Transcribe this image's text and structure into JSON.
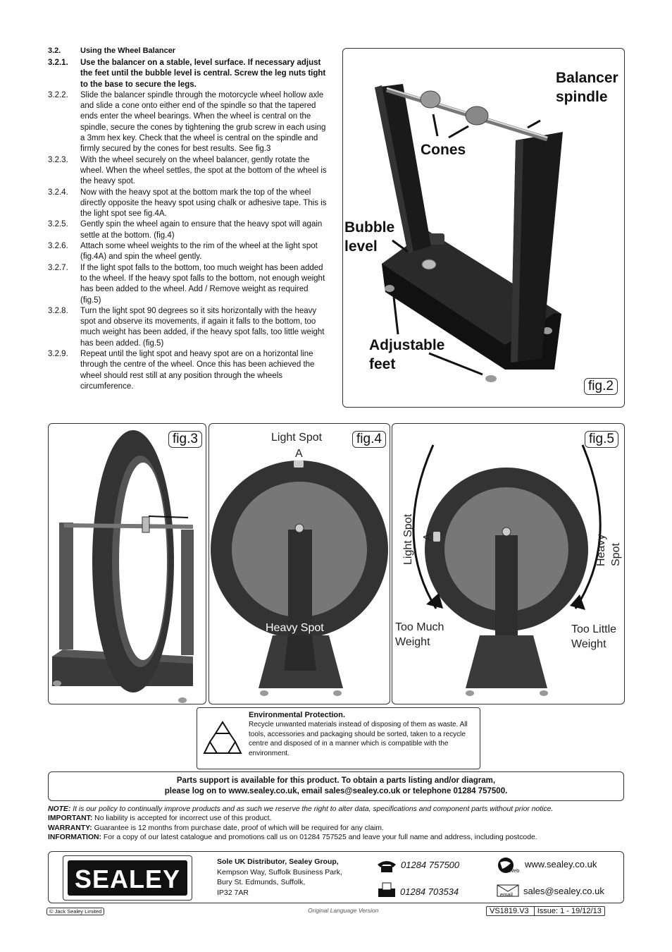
{
  "section": {
    "number": "3.2.",
    "title": "Using the Wheel Balancer"
  },
  "steps": [
    {
      "num": "3.2.1.",
      "text": "Use the balancer on a stable, level surface. If necessary adjust the feet until the bubble level is central. Screw the leg nuts tight to the base to secure the legs."
    },
    {
      "num": "3.2.2.",
      "text": "Slide the balancer spindle through the motorcycle wheel hollow axle and slide a cone onto either end of the spindle so that the tapered ends enter the wheel bearings. When the wheel is central on the spindle, secure the cones by tightening the grub screw in each using a 3mm hex key. Check that the wheel is central on the spindle and firmly secured by the cones for best results. See fig.3"
    },
    {
      "num": "3.2.3.",
      "text": "With the wheel securely on the wheel balancer, gently rotate the wheel. When the wheel settles, the spot at the bottom of the wheel is the heavy spot."
    },
    {
      "num": "3.2.4.",
      "text": "Now with the heavy spot at the bottom mark the top of the wheel directly opposite the heavy spot using chalk or adhesive tape. This is the light spot see fig.4A."
    },
    {
      "num": "3.2.5.",
      "text": "Gently spin the wheel again to ensure that the heavy spot will again settle at the bottom. (fig.4)"
    },
    {
      "num": "3.2.6.",
      "text": "Attach some wheel weights to the rim of the wheel at the light spot (fig.4A) and spin the wheel gently."
    },
    {
      "num": "3.2.7.",
      "text": "If the light spot falls to the bottom, too much weight has been added to the wheel. If the heavy spot falls to the bottom, not enough weight has been added to the wheel. Add / Remove weight as required (fig.5)"
    },
    {
      "num": "3.2.8.",
      "text": "Turn the light spot 90 degrees so it sits horizontally with the heavy spot and observe its movements, if again it falls to the bottom, too much weight has been added, if the heavy spot falls, too little weight has been added. (fig.5)"
    },
    {
      "num": "3.2.9.",
      "text": "Repeat until the light spot and heavy spot are on a horizontal line through the centre of the wheel. Once this has been achieved the wheel should rest still at any position through the wheels circumference."
    }
  ],
  "fig2": {
    "label": "fig.2",
    "spindle_1": "Balancer",
    "spindle_2": "spindle",
    "cones": "Cones",
    "bubble_1": "Bubble",
    "bubble_2": "level",
    "feet_1": "Adjustable",
    "feet_2": "feet"
  },
  "fig3": {
    "label": "fig.3"
  },
  "fig4": {
    "label": "fig.4",
    "light": "Light Spot",
    "a": "A",
    "heavy": "Heavy Spot"
  },
  "fig5": {
    "label": "fig.5",
    "light": "Light Spot",
    "a": "A",
    "heavy": "Heavy Spot",
    "too_much_1": "Too Much",
    "too_much_2": "Weight",
    "too_little_1": "Too Little",
    "too_little_2": "Weight"
  },
  "environment": {
    "title": "Environmental Protection.",
    "body": "Recycle unwanted materials instead of disposing of them as waste. All tools, accessories and packaging should be sorted, taken to a recycle centre and disposed of in a manner which is compatible with the environment."
  },
  "parts": {
    "line1": "Parts support is available for this product. To obtain a parts listing and/or diagram,",
    "line2": "please log on to www.sealey.co.uk, email sales@sealey.co.uk or telephone 01284 757500."
  },
  "notes": {
    "note_label": "NOTE:",
    "note": " It is our policy to continually improve products and as such we reserve the right to alter data, specifications and component parts without prior notice.",
    "important_label": "IMPORTANT:",
    "important": " No liability is accepted for incorrect use of this product.",
    "warranty_label": "WARRANTY:",
    "warranty": " Guarantee is 12 months from purchase date, proof of which will be required for any claim.",
    "info_label": "INFORMATION:",
    "info": " For a copy of our latest catalogue and promotions call us on 01284 757525 and leave your full name and address, including postcode."
  },
  "footer": {
    "logo": "SEALEY",
    "addr1": "Sole UK Distributor, Sealey Group,",
    "addr2": "Kempson Way, Suffolk Business Park,",
    "addr3": "Bury St. Edmunds, Suffolk,",
    "addr4": "IP32 7AR",
    "phone": "01284 757500",
    "fax": "01284 703534",
    "web": "www.sealey.co.uk",
    "web_icon_label": "Web",
    "email": "sales@sealey.co.uk",
    "email_icon_label": "email",
    "copyright": "© Jack Sealey Limited",
    "original": "Original Language Version",
    "doc_ref": "VS1819.V3",
    "issue": "Issue: 1 - 19/12/13"
  }
}
